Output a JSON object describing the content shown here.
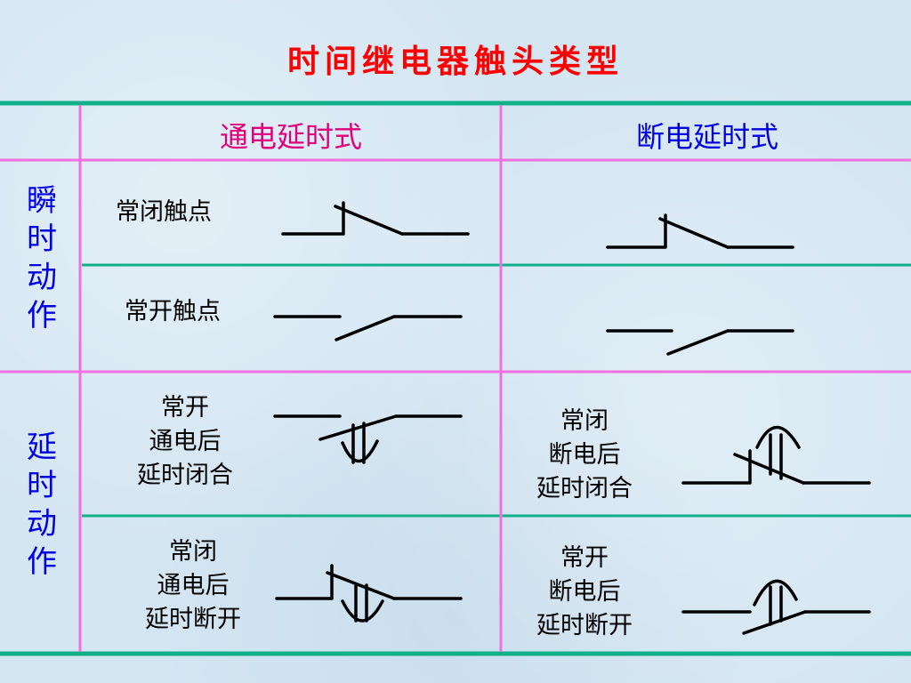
{
  "title": "时间继电器触头类型",
  "header": {
    "col_on_delay": "通电延时式",
    "col_off_delay": "断电延时式"
  },
  "row_groups": {
    "instant": [
      "瞬",
      "时",
      "动",
      "作"
    ],
    "delayed": [
      "延",
      "时",
      "动",
      "作"
    ]
  },
  "cells": {
    "instant_nc": "常闭触点",
    "instant_no": "常开触点",
    "on_delay_no": [
      "常开",
      "通电后",
      "延时闭合"
    ],
    "on_delay_nc": [
      "常闭",
      "通电后",
      "延时断开"
    ],
    "off_delay_nc": [
      "常闭",
      "断电后",
      "延时闭合"
    ],
    "off_delay_no": [
      "常开",
      "断电后",
      "延时断开"
    ]
  },
  "colors": {
    "title": "#ff0000",
    "header_on_delay": "#e0007a",
    "header_off_delay": "#0000e0",
    "row_label": "#0000e0",
    "grid_green": "#10b088",
    "grid_magenta": "#f070e0",
    "background": "#d4e6f2"
  }
}
